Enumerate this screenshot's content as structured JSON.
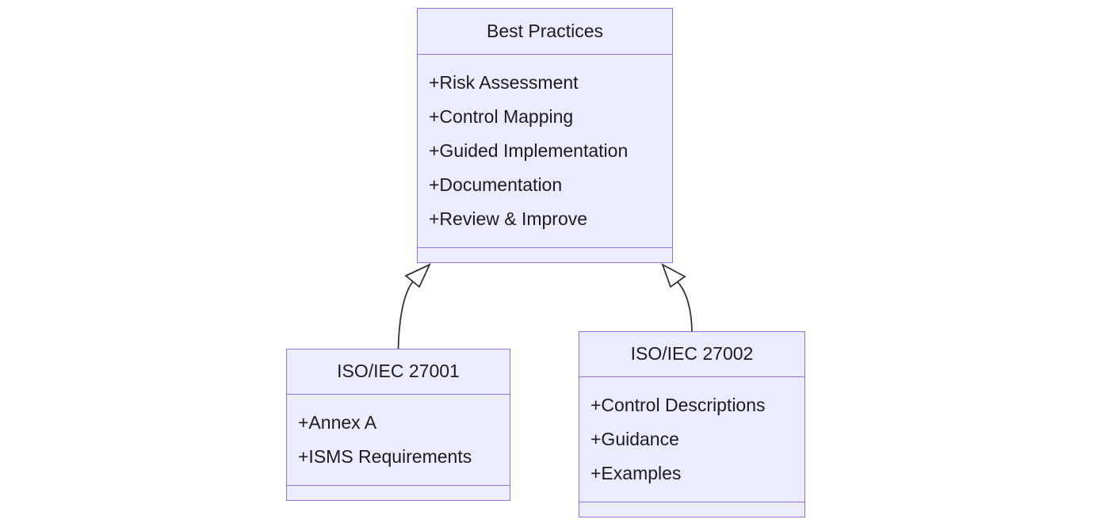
{
  "diagram": {
    "type": "uml-class-diagram",
    "classes": [
      {
        "id": "best-practices",
        "title": "Best Practices",
        "members": [
          "+Risk Assessment",
          "+Control Mapping",
          "+Guided Implementation",
          "+Documentation",
          "+Review & Improve"
        ],
        "methods": []
      },
      {
        "id": "iso-iec-27001",
        "title": "ISO/IEC 27001",
        "members": [
          "+Annex A",
          "+ISMS Requirements"
        ],
        "methods": []
      },
      {
        "id": "iso-iec-27002",
        "title": "ISO/IEC 27002",
        "members": [
          "+Control Descriptions",
          "+Guidance",
          "+Examples"
        ],
        "methods": []
      }
    ],
    "relations": [
      {
        "from": "ISO/IEC 27001",
        "to": "Best Practices",
        "type": "inheritance"
      },
      {
        "from": "ISO/IEC 27002",
        "to": "Best Practices",
        "type": "inheritance"
      }
    ],
    "colors": {
      "node_fill": "#ECECFF",
      "node_border": "#9370DB",
      "edge_line": "#333333",
      "arrowhead_fill": "#ffffff",
      "text": "#1c1c1c",
      "background": "#ffffff"
    }
  }
}
